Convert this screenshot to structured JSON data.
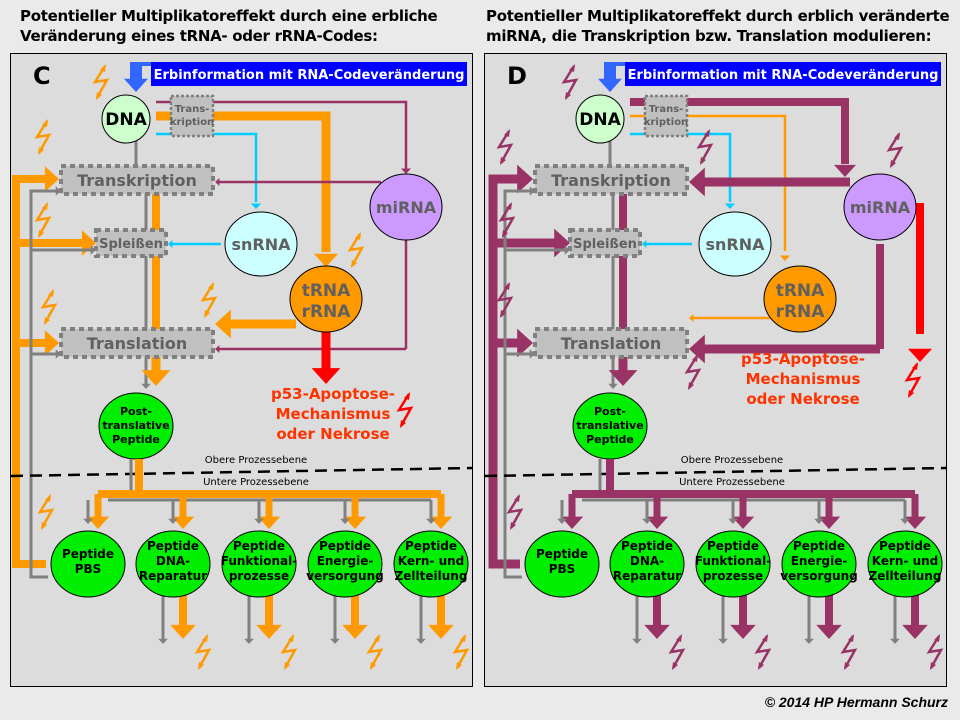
{
  "titles": {
    "left": [
      "Potentieller Multiplikatoreffekt durch eine erbliche",
      "Veränderung eines tRNA- oder rRNA-Codes:"
    ],
    "right": [
      "Potentieller Multiplikatoreffekt durch erblich veränderte",
      "miRNA, die Transkription bzw. Translation modulieren:"
    ]
  },
  "panels": [
    {
      "id": "C",
      "label": "C",
      "emphasis_color": "#ff9900"
    },
    {
      "id": "D",
      "label": "D",
      "emphasis_color": "#993366"
    }
  ],
  "banner": "Erbinformation mit RNA-Codeveränderung",
  "nodes": {
    "dna": "DNA",
    "transcription_small": [
      "Trans-",
      "kription"
    ],
    "transkription": "Transkription",
    "spleissen": "Spleißen",
    "translation": "Translation",
    "snrna": "snRNA",
    "mirna": "miRNA",
    "trna": [
      "tRNA",
      "rRNA"
    ],
    "posttranslational": [
      "Post-",
      "translative",
      "Peptide"
    ],
    "apoptosis": [
      "p53-Apoptose-",
      "Mechanismus",
      "oder Nekrose"
    ]
  },
  "levels": {
    "upper": "Obere Prozessebene",
    "lower": "Untere Prozessebene"
  },
  "peptides": [
    [
      "Peptide",
      "PBS"
    ],
    [
      "Peptide",
      "DNA-",
      "Reparatur"
    ],
    [
      "Peptide",
      "Funktional-",
      "prozesse"
    ],
    [
      "Peptide",
      "Energie-",
      "versorgung"
    ],
    [
      "Peptide",
      "Kern- und",
      "Zellteilung"
    ]
  ],
  "colors": {
    "orange": "#ff9900",
    "purple": "#993366",
    "cyan": "#00ccff",
    "gray": "#808080",
    "red": "#ff0000",
    "blue_banner": "#0000ff",
    "blue_arrow": "#3366ff",
    "dna_fill": "#ccffcc",
    "snrna_fill": "#ccffff",
    "mirna_fill": "#cc99ff",
    "trna_fill": "#ff9900",
    "peptide_fill": "#00ee00",
    "box_fill": "#c0c0c0"
  },
  "copyright": "© 2014 HP Hermann Schurz"
}
